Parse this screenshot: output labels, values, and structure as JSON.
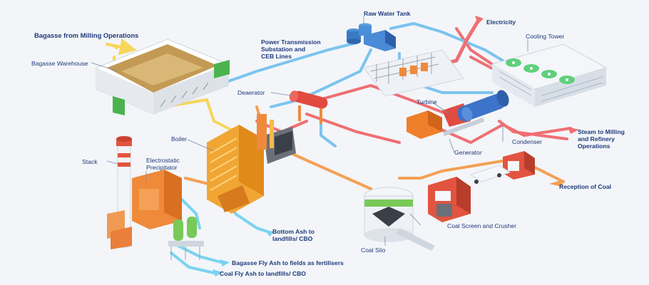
{
  "labels": {
    "bagasse_from_milling": "Bagasse from Milling Operations",
    "bagasse_warehouse": "Bagasse Warehouse",
    "raw_water_tank": "Raw Water Tank",
    "electricity": "Electricity",
    "cooling_tower": "Cooling Tower",
    "power_transmission": [
      "Power Transmission",
      "Substation and",
      "CEB Lines"
    ],
    "deaerator": "Deaerator",
    "turbine": "Turbine",
    "boiler": "Boiler",
    "steam_to_milling": [
      "Steam to Milling",
      "and Refinery",
      "Operations"
    ],
    "condenser": "Condenser",
    "generator": "Generator",
    "stack": "Stack",
    "electrostatic_precipitator": [
      "Electrostatic",
      "Precipitator"
    ],
    "reception_of_coal": "Reception of Coal",
    "bottom_ash": [
      "Bottom Ash to",
      "landfills/ CBO"
    ],
    "coal_screen": "Coal Screen and Crusher",
    "coal_silo": "Coal Silo",
    "bagasse_fly_ash": "Bagasse Fly Ash to fields as fertilisers",
    "coal_fly_ash": "Coal Fly Ash to landfills/ CBO"
  },
  "colors": {
    "background": "#f3f5f9",
    "label_text": "#1f3b7a",
    "bagasse_flow": "#f7d65a",
    "water_flow": "#7cc4ee",
    "steam_flow": "#ef6f72",
    "coal_flow": "#f4a056",
    "ash_flow": "#7ad3f0",
    "boiler": "#f1a633",
    "turbine": "#3d73c9",
    "cooling_tower_fan": "#5fd07b",
    "silo_green": "#79c957",
    "building_red": "#e2543f"
  }
}
